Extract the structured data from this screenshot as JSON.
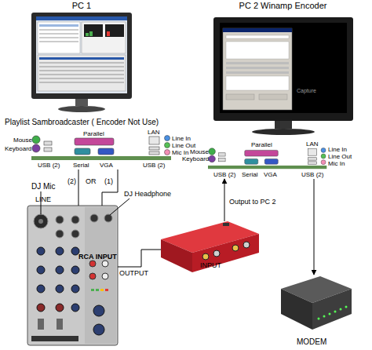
{
  "diagram": {
    "nodes": [
      {
        "text": [
          "PC 1"
        ]
      },
      {
        "text": [
          "PC 2 Winamp Encoder"
        ]
      },
      {
        "text": [
          "Playlist Sambroadcaster ( Encoder Not Use)",
          "Mouse",
          "Keyboard",
          "USB (2)",
          "Parallel",
          "Serial",
          "VGA",
          "LAN",
          "USB (2)",
          "Line In",
          "Line Out",
          "Mic In"
        ]
      },
      {
        "text": [
          "Mouse",
          "Keyboard",
          "USB (2)",
          "Parallel",
          "Serial",
          "VGA",
          "LAN",
          "USB (2)",
          "Line In",
          "Line Out",
          "Mic In"
        ]
      },
      {
        "text": [
          "RCA INPUT"
        ]
      },
      {
        "text": [
          "INPUT"
        ]
      },
      {
        "text": [
          "MODEM"
        ]
      }
    ],
    "edges": [
      {
        "from": 2,
        "to": 4,
        "label": "(2)",
        "arrow": "none"
      },
      {
        "from": 2,
        "to": 4,
        "label": "(1)",
        "arrow": "none"
      },
      {
        "from": 4,
        "to": 5,
        "label": "OUTPUT",
        "arrow": "none"
      },
      {
        "from": 5,
        "to": 3,
        "label": "Output to PC 2",
        "arrow": "to"
      },
      {
        "from": 3,
        "to": 6,
        "arrow": "to"
      }
    ],
    "labels": [
      "DJ Mic",
      "OR",
      "LINE",
      "DJ Headphone",
      "Capture"
    ]
  }
}
